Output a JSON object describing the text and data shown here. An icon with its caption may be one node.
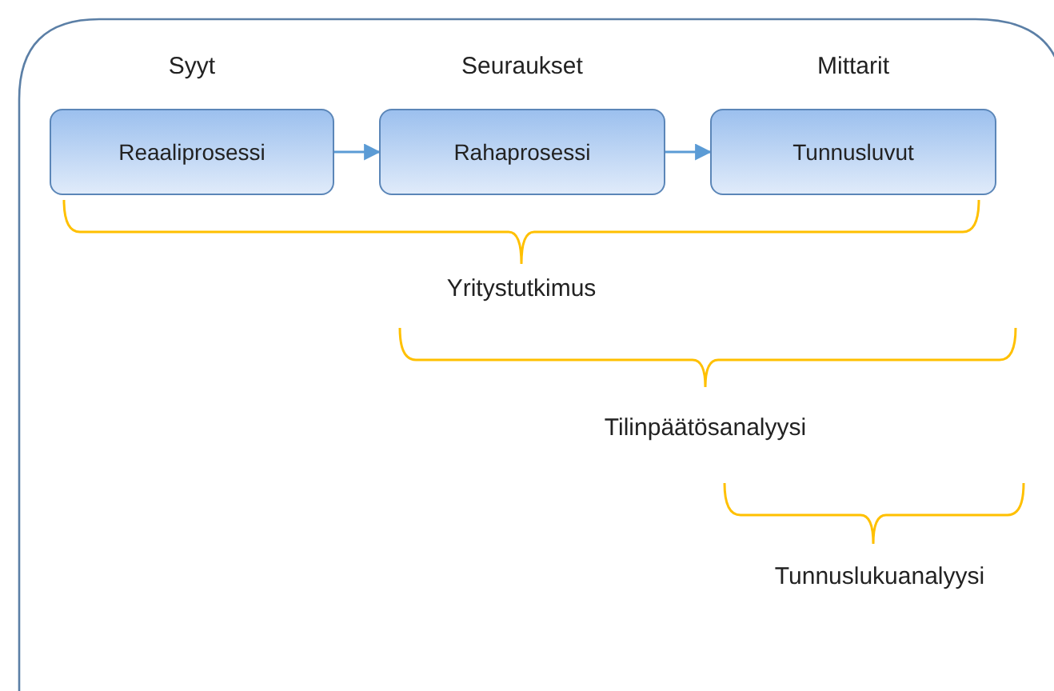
{
  "diagram": {
    "nodes": [
      {
        "text": [
          "Syyt",
          "Reaaliprosessi"
        ]
      },
      {
        "text": [
          "Seuraukset",
          "Rahaprosessi"
        ]
      },
      {
        "text": [
          "Mittarit",
          "Tunnusluvut"
        ]
      }
    ],
    "edges": [
      {
        "from": 0,
        "to": 1,
        "arrow": "to"
      },
      {
        "from": 1,
        "to": 2,
        "arrow": "to"
      }
    ],
    "labels": [
      "Yritystutkimus",
      "Tilinpäätösanalyysi",
      "Tunnuslukuanalyysi"
    ]
  }
}
